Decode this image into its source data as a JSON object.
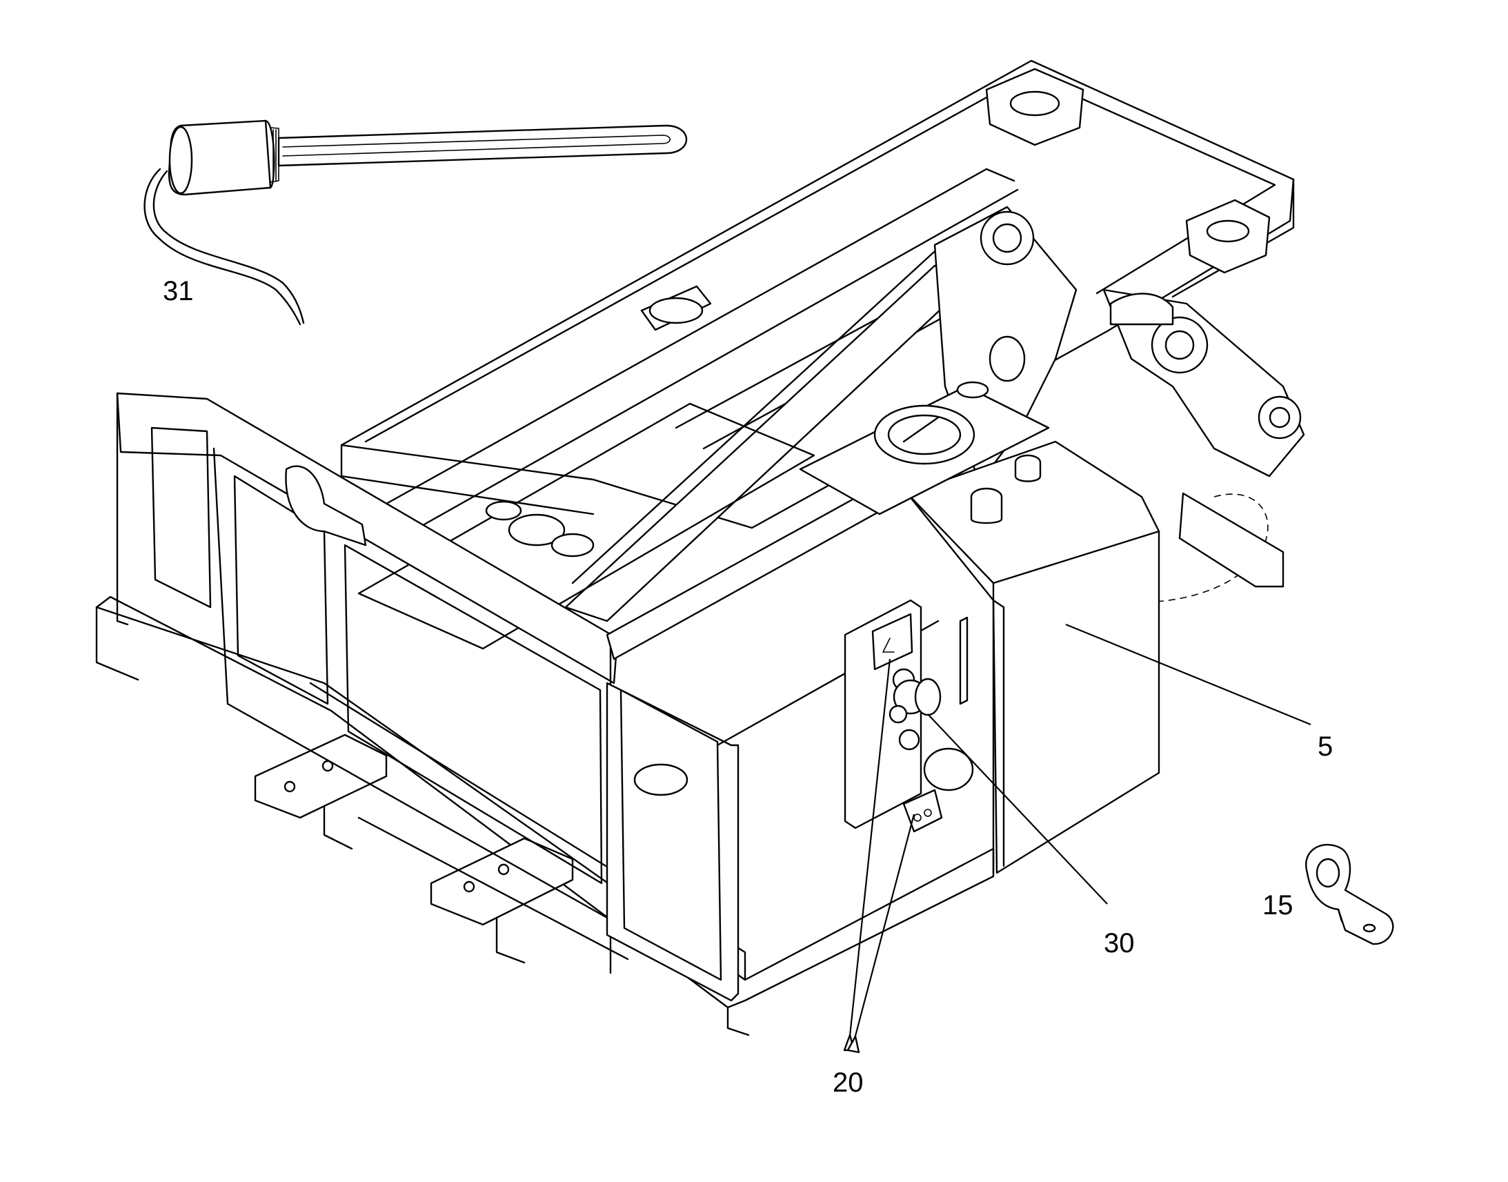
{
  "callouts": [
    {
      "id": "31",
      "label": "31"
    },
    {
      "id": "5",
      "label": "5"
    },
    {
      "id": "15",
      "label": "15"
    },
    {
      "id": "30",
      "label": "30"
    },
    {
      "id": "20",
      "label": "20"
    }
  ],
  "parts": {
    "heater": "31",
    "tank": "5",
    "clamp": "15",
    "socket": "30",
    "bracket": "20"
  }
}
